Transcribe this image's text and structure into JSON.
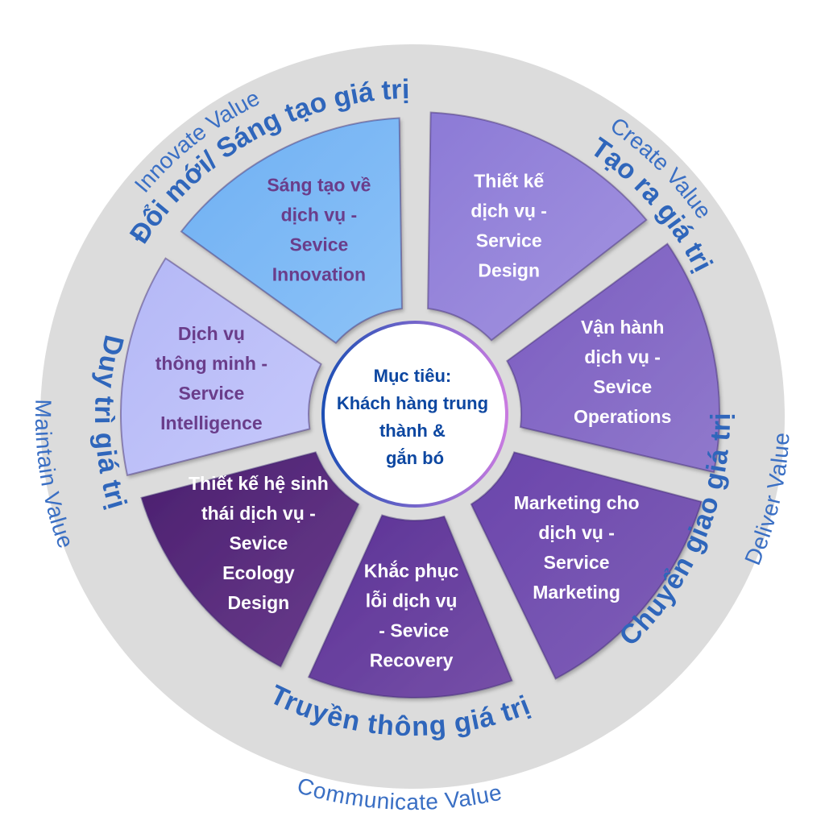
{
  "center": {
    "lines": [
      "Mục tiêu:",
      "Khách hàng trung",
      "thành &",
      "gắn bó"
    ],
    "text_color": "#0d47a1"
  },
  "segments": [
    {
      "id": "service-design",
      "lines": [
        "Thiết kế",
        "dịch vụ -",
        "Service",
        "Design"
      ],
      "color_a": "#8c7ad6",
      "color_b": "#a394e0",
      "text_color": "#ffffff"
    },
    {
      "id": "service-operations",
      "lines": [
        "Vận hành",
        "dịch vụ -",
        "Sevice",
        "Operations"
      ],
      "color_a": "#7b5cc0",
      "color_b": "#9079cc",
      "text_color": "#ffffff"
    },
    {
      "id": "service-marketing",
      "lines": [
        "Marketing cho",
        "dịch vụ -",
        "Service",
        "Marketing"
      ],
      "color_a": "#6a45ab",
      "color_b": "#8060b8",
      "text_color": "#ffffff"
    },
    {
      "id": "service-recovery",
      "lines": [
        "Khắc phục",
        "lỗi dịch vụ",
        " - Sevice",
        "Recovery"
      ],
      "color_a": "#5c3296",
      "color_b": "#7650a8",
      "text_color": "#ffffff"
    },
    {
      "id": "service-ecology-design",
      "lines": [
        "Thiết kế hệ sinh",
        "thái dịch vụ -",
        "Sevice",
        "Ecology",
        "Design"
      ],
      "color_a": "#4a1f6e",
      "color_b": "#6b3d8e",
      "text_color": "#ffffff"
    },
    {
      "id": "service-intelligence",
      "lines": [
        "Dịch vụ",
        "thông minh -",
        "Service",
        "Intelligence"
      ],
      "color_a": "#b4b8f6",
      "color_b": "#c6c8fb",
      "text_color": "#6a3d8a"
    },
    {
      "id": "service-innovation",
      "lines": [
        "Sáng tạo về",
        "dịch vụ -",
        "Sevice",
        "Innovation"
      ],
      "color_a": "#6fb0f3",
      "color_b": "#8cc2f7",
      "text_color": "#6a3d8a"
    }
  ],
  "ring_labels_vn": [
    {
      "id": "create",
      "text": "Tạo ra giá trị"
    },
    {
      "id": "deliver",
      "text": "Chuyển giao giá trị"
    },
    {
      "id": "communicate",
      "text": "Truyền thông giá trị"
    },
    {
      "id": "maintain",
      "text": "Duy trì giá trị"
    },
    {
      "id": "innovate",
      "text": "Đổi mới/ Sáng tạo giá trị"
    }
  ],
  "ring_labels_en": [
    {
      "id": "create",
      "text": "Create Value"
    },
    {
      "id": "deliver",
      "text": "Deliver Value"
    },
    {
      "id": "communicate",
      "text": "Communicate Value"
    },
    {
      "id": "maintain",
      "text": "Maintain Value"
    },
    {
      "id": "innovate",
      "text": "Innovate Value"
    }
  ],
  "colors": {
    "ring": "#dcdcdc",
    "ring_label": "#2f66bb",
    "center_border_start": "#1e4fb5",
    "center_border_end": "#c97be0"
  }
}
